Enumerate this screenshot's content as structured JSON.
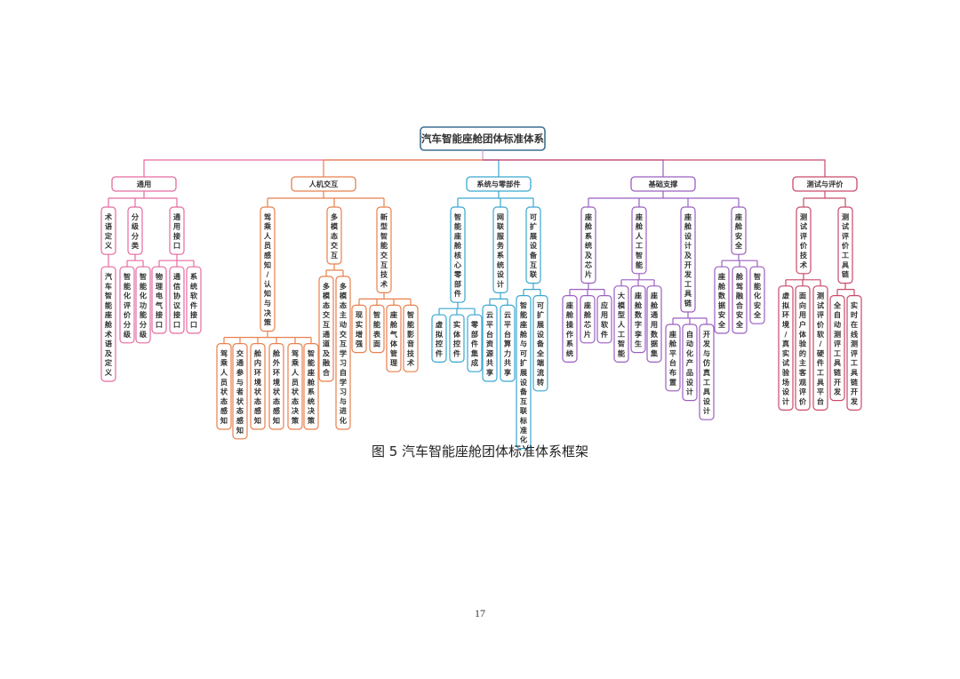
{
  "title": "汽车智能座舱团体标准体系",
  "caption": "图 5  汽车智能座舱团体标准体系框架",
  "page_number": "17",
  "colors": {
    "root": "#3f6f8f",
    "general": "#e76aa0",
    "hmi": "#e8804d",
    "system": "#3aa7d0",
    "base": "#9b5fc0",
    "test": "#c94a6a"
  },
  "categories": [
    {
      "label": "通用",
      "color_key": "general",
      "children": [
        {
          "label": "术语定义",
          "children": [
            {
              "label": "汽车智能座舱术语及定义"
            }
          ]
        },
        {
          "label": "分级分类",
          "children": [
            {
              "label": "智能化评价分级"
            },
            {
              "label": "智能化功能分级"
            }
          ]
        },
        {
          "label": "通用接口",
          "children": [
            {
              "label": "物理电气接口"
            },
            {
              "label": "通信协议接口"
            },
            {
              "label": "系统软件接口"
            }
          ]
        }
      ]
    },
    {
      "label": "人机交互",
      "color_key": "hmi",
      "children": [
        {
          "label": "驾乘人员感知/认知与决策",
          "children": [
            {
              "label": "驾乘人员状态感知"
            },
            {
              "label": "交通参与者状态感知"
            },
            {
              "label": "舱内环境状态感知"
            },
            {
              "label": "舱外环境状态感知"
            },
            {
              "label": "驾乘人员状态决策"
            },
            {
              "label": "智能座舱系统决策"
            }
          ]
        },
        {
          "label": "多模态交互",
          "children": [
            {
              "label": "多模态交互通道及融合"
            },
            {
              "label": "多模态主动交互学习自学习与进化"
            }
          ]
        },
        {
          "label": "新型智能交互技术",
          "children": [
            {
              "label": "现实增强"
            },
            {
              "label": "智能表面"
            },
            {
              "label": "座舱气体管理"
            },
            {
              "label": "智能影音技术"
            }
          ]
        }
      ]
    },
    {
      "label": "系统与零部件",
      "color_key": "system",
      "children": [
        {
          "label": "智能座舱核心零部件",
          "children": [
            {
              "label": "虚拟控件"
            },
            {
              "label": "实体控件"
            },
            {
              "label": "零部件集成"
            }
          ]
        },
        {
          "label": "网联服务系统设计",
          "children": [
            {
              "label": "云平台资源共享"
            },
            {
              "label": "云平台算力共享"
            }
          ]
        },
        {
          "label": "可扩展设备互联",
          "children": [
            {
              "label": "智能座舱与可扩展设备互联标准化"
            },
            {
              "label": "可扩展设备全端流转"
            }
          ]
        }
      ]
    },
    {
      "label": "基础支撑",
      "color_key": "base",
      "children": [
        {
          "label": "座舱系统及芯片",
          "children": [
            {
              "label": "座舱操作系统"
            },
            {
              "label": "座舱芯片"
            },
            {
              "label": "应用软件"
            }
          ]
        },
        {
          "label": "座舱人工智能",
          "children": [
            {
              "label": "大模型人工智能"
            },
            {
              "label": "座舱数字孪生"
            },
            {
              "label": "座舱通用数据集"
            }
          ]
        },
        {
          "label": "座舱设计及开发工具链",
          "children": [
            {
              "label": "座舱平台布置"
            },
            {
              "label": "自动化产品设计"
            },
            {
              "label": "开发与仿真工具设计"
            }
          ]
        },
        {
          "label": "座舱安全",
          "children": [
            {
              "label": "座舱数据安全"
            },
            {
              "label": "舱驾融合安全"
            },
            {
              "label": "智能化安全"
            }
          ]
        }
      ]
    },
    {
      "label": "测试与评价",
      "color_key": "test",
      "children": [
        {
          "label": "测试评价技术",
          "children": [
            {
              "label": "虚拟环境/真实试验场设计"
            },
            {
              "label": "面向用户体验的主客观评价"
            },
            {
              "label": "测试评价软/硬件工具平台"
            }
          ]
        },
        {
          "label": "测试评价工具链",
          "children": [
            {
              "label": "全自动测评工具链开发"
            },
            {
              "label": "实时在线测评工具链开发"
            }
          ]
        }
      ]
    }
  ]
}
